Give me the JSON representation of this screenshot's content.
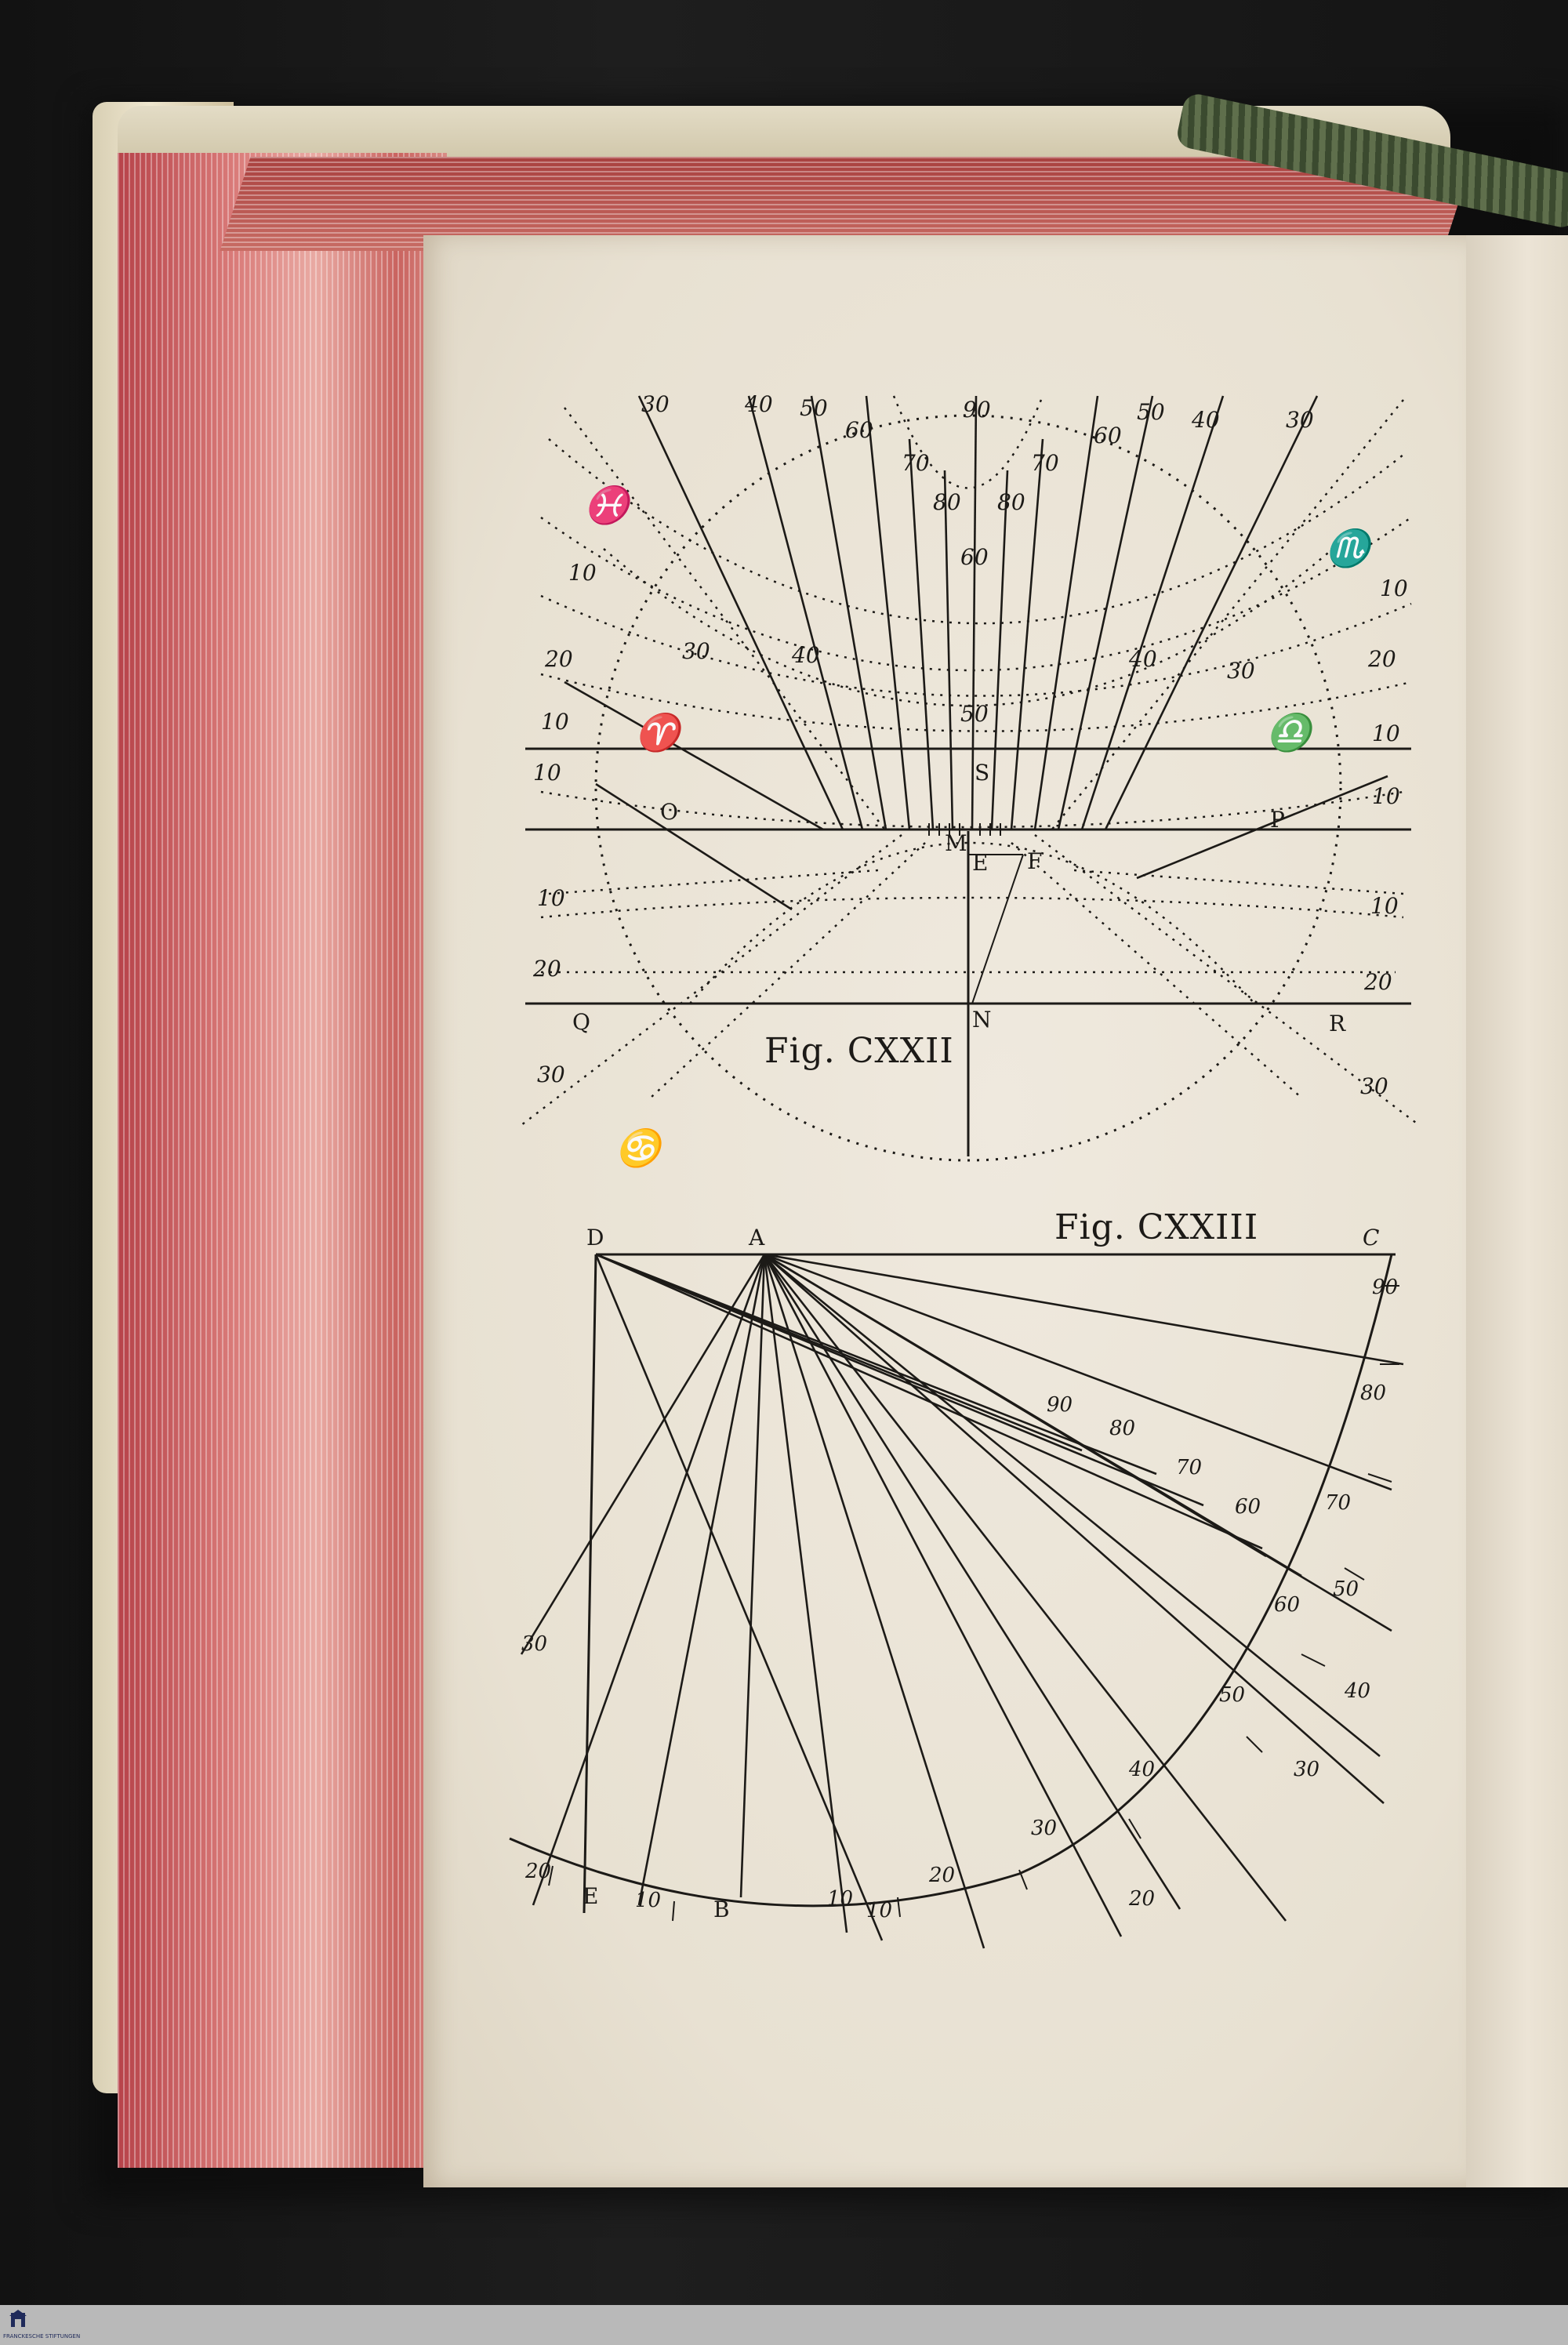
{
  "figures": {
    "upper": {
      "caption": "Fig. CXXII",
      "top_labels": [
        "30",
        "40",
        "50",
        "60",
        "70",
        "80",
        "90",
        "80",
        "70",
        "60",
        "50",
        "40",
        "30"
      ],
      "inner_labels": [
        "60",
        "50",
        "40",
        "30",
        "30",
        "40"
      ],
      "left_margin_labels": [
        "10",
        "20",
        "10",
        "10",
        "10",
        "20",
        "30"
      ],
      "right_margin_labels": [
        "10",
        "20",
        "10",
        "10",
        "10",
        "20",
        "30"
      ],
      "point_labels": [
        "O",
        "P",
        "M",
        "E",
        "F",
        "N",
        "Q",
        "R",
        "S"
      ],
      "zodiac_symbols": [
        "♓",
        "♈",
        "♎",
        "♏",
        "♋"
      ]
    },
    "lower": {
      "caption": "Fig. CXXIII",
      "point_labels": [
        "D",
        "A",
        "C",
        "E",
        "B"
      ],
      "arc_labels": [
        "20",
        "10",
        "10",
        "10",
        "20",
        "30",
        "20",
        "40",
        "50",
        "60",
        "70",
        "80",
        "90",
        "30",
        "40",
        "50"
      ],
      "ray_labels": [
        "90",
        "80",
        "70",
        "60"
      ],
      "left_label": "30"
    }
  },
  "footer": {
    "logo_text": "FRANCKESCHE STIFTUNGEN"
  },
  "colors": {
    "ink": "#1c1a17",
    "paper": "#ece5d8",
    "page_edge": "#c9635f",
    "footer_bar": "#b9b9b9"
  }
}
